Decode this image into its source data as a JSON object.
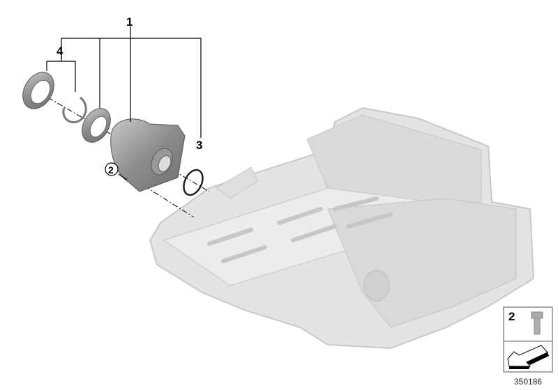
{
  "diagram": {
    "callouts": [
      {
        "id": "1",
        "part": "housing-assembly"
      },
      {
        "id": "2",
        "part": "bolt",
        "circled": true
      },
      {
        "id": "3",
        "part": "o-ring"
      },
      {
        "id": "4",
        "part": "shaft-seal-and-circlip"
      }
    ],
    "legend": {
      "item_label": "2",
      "item_icon": "hex-bolt-icon",
      "arrow_icon": "arrow-icon"
    },
    "image_number": "350186",
    "colors": {
      "part": "#9a9a9a",
      "oil_pan": "#e2e2e2",
      "lines": "#000000"
    }
  }
}
